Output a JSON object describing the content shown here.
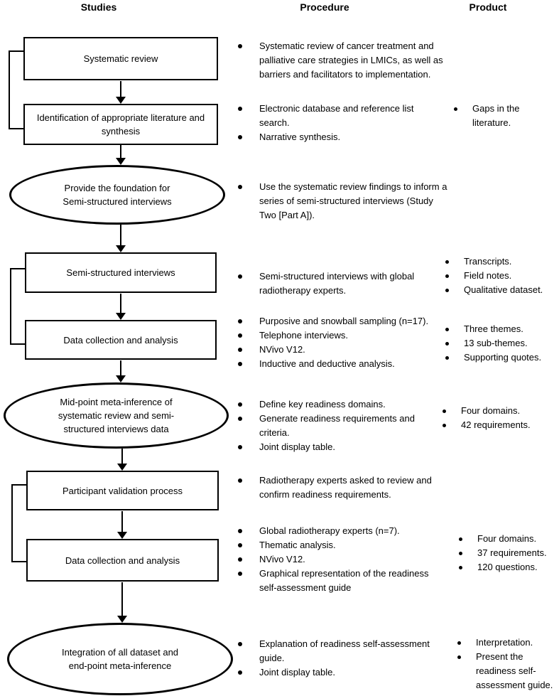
{
  "headers": {
    "studies": "Studies",
    "procedure": "Procedure",
    "product": "Product"
  },
  "nodes": [
    {
      "shape": "rect",
      "label": "Systematic review"
    },
    {
      "shape": "rect",
      "label": "Identification of appropriate literature and\nsynthesis"
    },
    {
      "shape": "ellipse",
      "label": "Provide the foundation for\nSemi-structured interviews"
    },
    {
      "shape": "rect",
      "label": "Semi-structured interviews"
    },
    {
      "shape": "rect",
      "label": "Data collection and analysis"
    },
    {
      "shape": "ellipse",
      "label": "Mid-point meta-inference of\nsystematic review and semi-\nstructured interviews data"
    },
    {
      "shape": "rect",
      "label": "Participant validation process"
    },
    {
      "shape": "rect",
      "label": "Data collection and analysis"
    },
    {
      "shape": "ellipse",
      "label": "Integration of all dataset and\nend-point meta-inference"
    }
  ],
  "procedures": [
    {
      "items": [
        "Systematic review of cancer treatment and\npalliative care strategies in LMICs, as well as\nbarriers and facilitators to implementation."
      ]
    },
    {
      "items": [
        "Electronic database and reference list\nsearch.",
        "Narrative synthesis."
      ]
    },
    {
      "items": [
        "Use the systematic review findings to inform a\nseries of semi-structured interviews (Study\nTwo [Part A])."
      ]
    },
    {
      "items": [
        "Semi-structured interviews with global\nradiotherapy experts."
      ]
    },
    {
      "items": [
        "Purposive and snowball sampling (n=17).",
        "Telephone interviews.",
        "NVivo V12.",
        "Inductive and deductive analysis."
      ]
    },
    {
      "items": [
        "Define key readiness domains.",
        "Generate readiness requirements and\ncriteria.",
        "Joint display table."
      ]
    },
    {
      "items": [
        "Radiotherapy experts asked to review and\nconfirm readiness requirements."
      ]
    },
    {
      "items": [
        "Global radiotherapy experts (n=7).",
        "Thematic analysis.",
        "NVivo V12.",
        "Graphical representation of the readiness\nself-assessment guide"
      ]
    },
    {
      "items": [
        "Explanation of readiness self-assessment\nguide.",
        "Joint display table."
      ]
    }
  ],
  "products": [
    {
      "items": [
        "Gaps in the literature."
      ]
    },
    {
      "items": [
        "Transcripts.",
        "Field notes.",
        "Qualitative dataset."
      ]
    },
    {
      "items": [
        "Three themes.",
        "13 sub-themes.",
        "Supporting quotes."
      ]
    },
    {
      "items": [
        "Four domains.",
        "42 requirements."
      ]
    },
    {
      "items": [
        "Four domains.",
        "37 requirements.",
        "120 questions."
      ]
    },
    {
      "items": [
        "Interpretation.",
        "Present the\nreadiness self-\nassessment guide."
      ]
    }
  ],
  "colors": {
    "ink": "#000000",
    "background": "#ffffff"
  }
}
